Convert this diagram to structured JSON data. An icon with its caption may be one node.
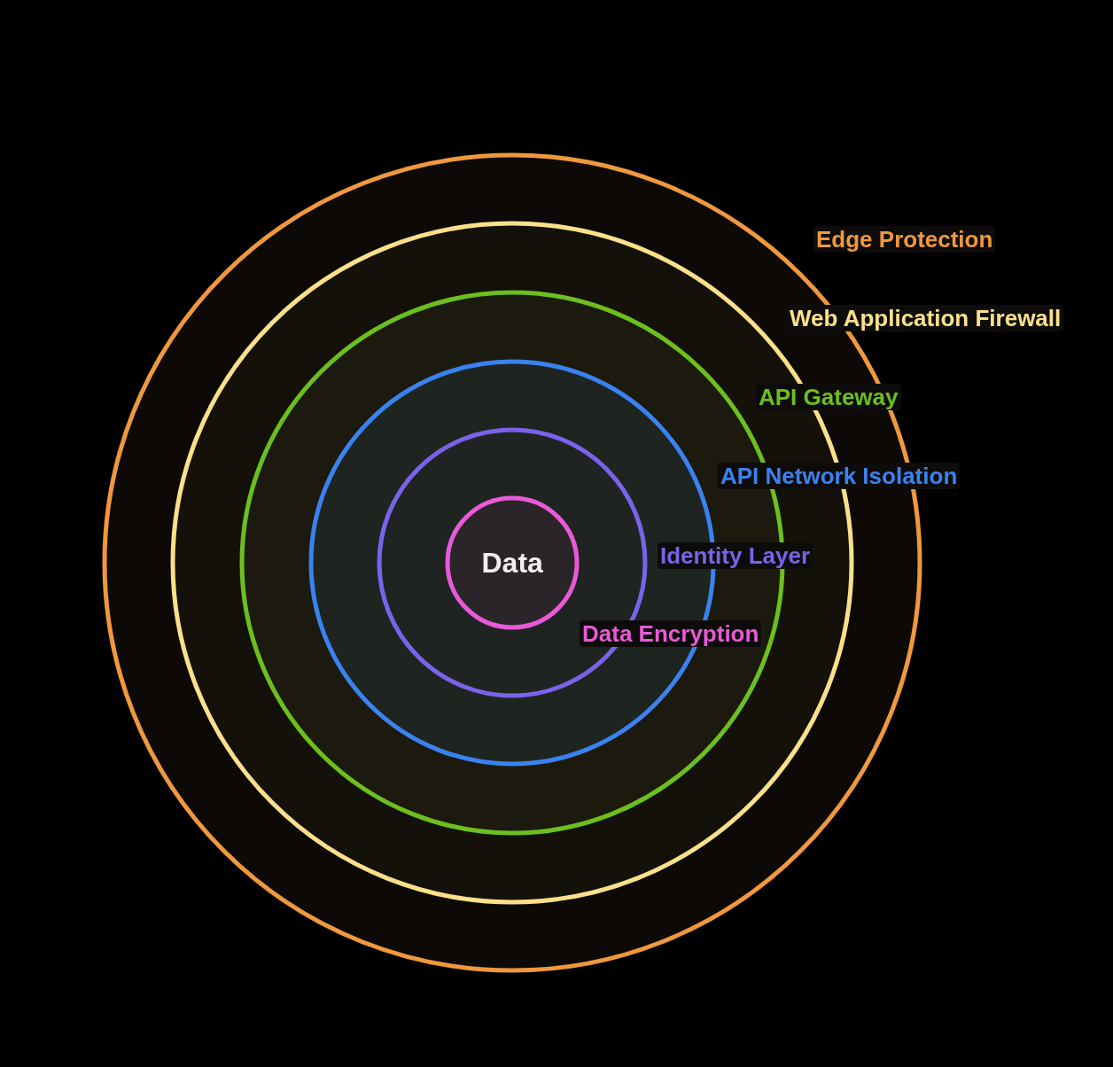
{
  "diagram": {
    "nodes": [
      {
        "text": [
          "Edge Protection"
        ]
      },
      {
        "text": [
          "Web Application Firewall"
        ],
        "in": 0
      },
      {
        "text": [
          "API Gateway"
        ],
        "in": 1
      },
      {
        "text": [
          "API Network Isolation"
        ],
        "in": 2
      },
      {
        "text": [
          "Identity Layer"
        ],
        "in": 3
      },
      {
        "text": [
          "Data",
          "Data Encryption"
        ],
        "in": 4
      }
    ]
  }
}
